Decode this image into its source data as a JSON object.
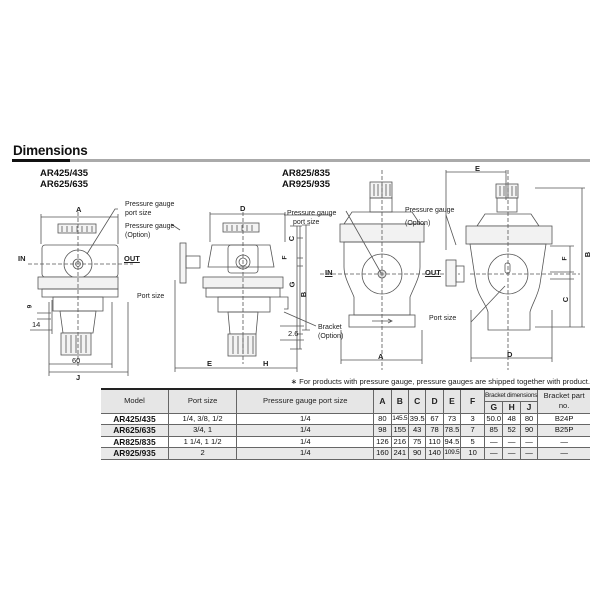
{
  "section": {
    "title": "Dimensions"
  },
  "drawings": {
    "left_group": {
      "models": [
        "AR425/435",
        "AR625/635"
      ],
      "front_view": {
        "labels": {
          "A": "A",
          "J": "J",
          "IN": "IN",
          "OUT": "OUT",
          "dim_60": "60",
          "dim_14": "14",
          "dim_9": "9"
        },
        "callouts": [
          "Pressure gauge",
          "port size",
          "Pressure gauge",
          "(Option)",
          "Port size"
        ]
      },
      "side_view": {
        "labels": {
          "D": "D",
          "E": "E",
          "H": "H",
          "C": "C",
          "F": "F",
          "G": "G",
          "B": "B",
          "dim_2_6": "2.6"
        },
        "callouts": [
          "Pressure gauge",
          "port size",
          "Bracket",
          "(Option)"
        ]
      }
    },
    "right_group": {
      "models": [
        "AR825/835",
        "AR925/935"
      ],
      "front_view": {
        "labels": {
          "A": "A",
          "IN": "IN",
          "OUT": "OUT"
        },
        "callouts": [
          "Pressure gauge",
          "(Option)",
          "Port size"
        ]
      },
      "side_view": {
        "labels": {
          "E": "E",
          "D": "D",
          "B": "B",
          "F": "F",
          "C": "C"
        }
      }
    }
  },
  "note": "∗ For products with pressure gauge, pressure gauges are shipped together with product.",
  "table": {
    "headers": {
      "model": "Model",
      "port_size": "Port size",
      "gauge_port": "Pressure gauge port size",
      "A": "A",
      "B": "B",
      "C": "C",
      "D": "D",
      "E": "E",
      "F": "F",
      "bracket_dims": "Bracket dimensions",
      "G": "G",
      "H": "H",
      "J": "J",
      "bracket_part": "Bracket part",
      "bracket_part_2": "no."
    },
    "rows": [
      {
        "model": "AR425/435",
        "port_size": "1/4, 3/8, 1/2",
        "gauge_port": "1/4",
        "A": "80",
        "B": "145.5",
        "C": "39.5",
        "D": "67",
        "E": "73",
        "F": "3",
        "G": "50.0",
        "H": "48",
        "J": "80",
        "part": "B24P"
      },
      {
        "model": "AR625/635",
        "port_size": "3/4, 1",
        "gauge_port": "1/4",
        "A": "98",
        "B": "155",
        "C": "43",
        "D": "78",
        "E": "78.5",
        "F": "7",
        "G": "85",
        "H": "52",
        "J": "90",
        "part": "B25P"
      },
      {
        "model": "AR825/835",
        "port_size": "1 1/4, 1 1/2",
        "gauge_port": "1/4",
        "A": "126",
        "B": "216",
        "C": "75",
        "D": "110",
        "E": "94.5",
        "F": "5",
        "G": "—",
        "H": "—",
        "J": "—",
        "part": "—"
      },
      {
        "model": "AR925/935",
        "port_size": "2",
        "gauge_port": "1/4",
        "A": "160",
        "B": "241",
        "C": "90",
        "D": "140",
        "E": "109.5",
        "F": "10",
        "G": "—",
        "H": "—",
        "J": "—",
        "part": "—"
      }
    ]
  }
}
